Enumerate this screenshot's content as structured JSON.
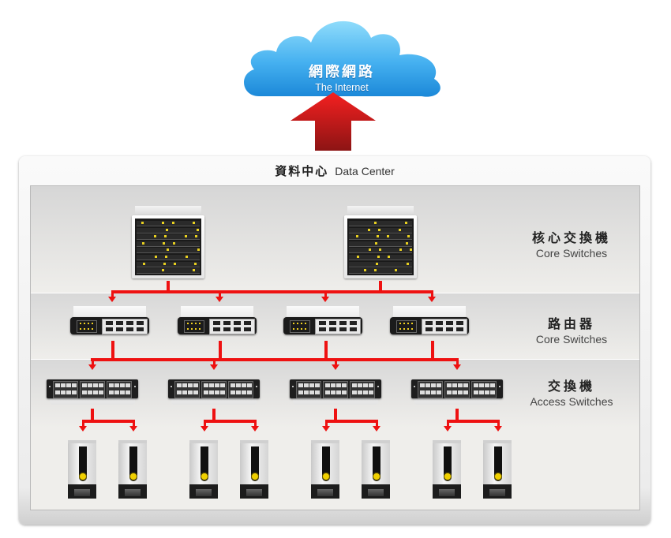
{
  "internet": {
    "title_zh": "網際網路",
    "title_en": "The Internet",
    "cloud_color": "#3a9fe8"
  },
  "uplink_arrow": {
    "direction": "up",
    "color": "#d61a1a"
  },
  "data_center": {
    "title_zh": "資料中心",
    "title_en": "Data Center"
  },
  "tiers": [
    {
      "id": "core",
      "label_zh": "核心交換機",
      "label_en": "Core Switches",
      "device": "core-switch",
      "count": 2
    },
    {
      "id": "router",
      "label_zh": "路由器",
      "label_en": "Core Switches",
      "device": "router",
      "count": 4
    },
    {
      "id": "access",
      "label_zh": "交換機",
      "label_en": "Access Switches",
      "device": "access-switch",
      "count": 4
    },
    {
      "id": "servers",
      "label_zh": "",
      "label_en": "",
      "device": "server",
      "count": 8
    }
  ],
  "link_color": "#ee1111"
}
